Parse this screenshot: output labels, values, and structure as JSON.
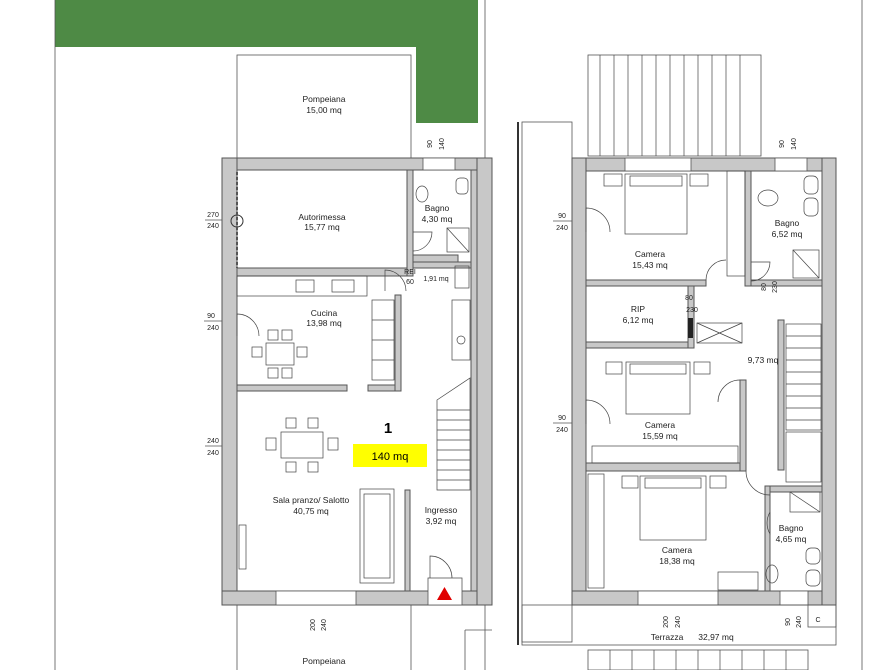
{
  "rooms": {
    "pompeiana_top": {
      "name": "Pompeiana",
      "area": "15,00 mq"
    },
    "autorimessa": {
      "name": "Autorimessa",
      "area": "15,77 mq"
    },
    "bagno_gf": {
      "name": "Bagno",
      "area": "4,30 mq"
    },
    "rei": {
      "name": "REI",
      "sub": "60",
      "area": "1,91 mq"
    },
    "cucina": {
      "name": "Cucina",
      "area": "13,98 mq"
    },
    "sala": {
      "name": "Sala pranzo/ Salotto",
      "area": "40,75 mq"
    },
    "ingresso": {
      "name": "Ingresso",
      "area": "3,92 mq"
    },
    "pompeiana_bottom": {
      "name": "Pompeiana"
    },
    "camera1": {
      "name": "Camera",
      "area": "15,43 mq"
    },
    "bagno1": {
      "name": "Bagno",
      "area": "6,52 mq"
    },
    "rip": {
      "name": "RIP",
      "area": "6,12 mq"
    },
    "disimpegno": {
      "area": "9,73 mq"
    },
    "camera2": {
      "name": "Camera",
      "area": "15,59 mq"
    },
    "camera3": {
      "name": "Camera",
      "area": "18,38 mq"
    },
    "bagno2": {
      "name": "Bagno",
      "area": "4,65 mq"
    },
    "terrazza": {
      "name": "Terrazza",
      "area": "32,97 mq"
    }
  },
  "unit": {
    "number": "1",
    "area": "140 mq"
  },
  "dims": {
    "d90_top_left": "90",
    "d140_top_left": "140",
    "d90_top_right": "90",
    "d140_top_right": "140",
    "d270": "270",
    "d240_a": "240",
    "d90_cucina": "90",
    "d240_cucina": "240",
    "d240_sala_1": "240",
    "d240_sala_2": "240",
    "d200_sala": "200",
    "d240_sala_b": "240",
    "d90_cam1": "90",
    "d240_cam1": "240",
    "d80_rip": "80",
    "d230_rip": "230",
    "d80_bagno": "80",
    "d230_bagno": "230",
    "d90_cam2": "90",
    "d240_cam2": "240",
    "d200_cam3": "200",
    "d240_cam3": "240",
    "d90_ter_1": "90",
    "d240_ter": "240",
    "d_c": "C"
  },
  "colors": {
    "garden": "#4e8a45",
    "highlight": "#ffff00",
    "wall": "#c8c8c8",
    "door_marker": "#e00000"
  }
}
